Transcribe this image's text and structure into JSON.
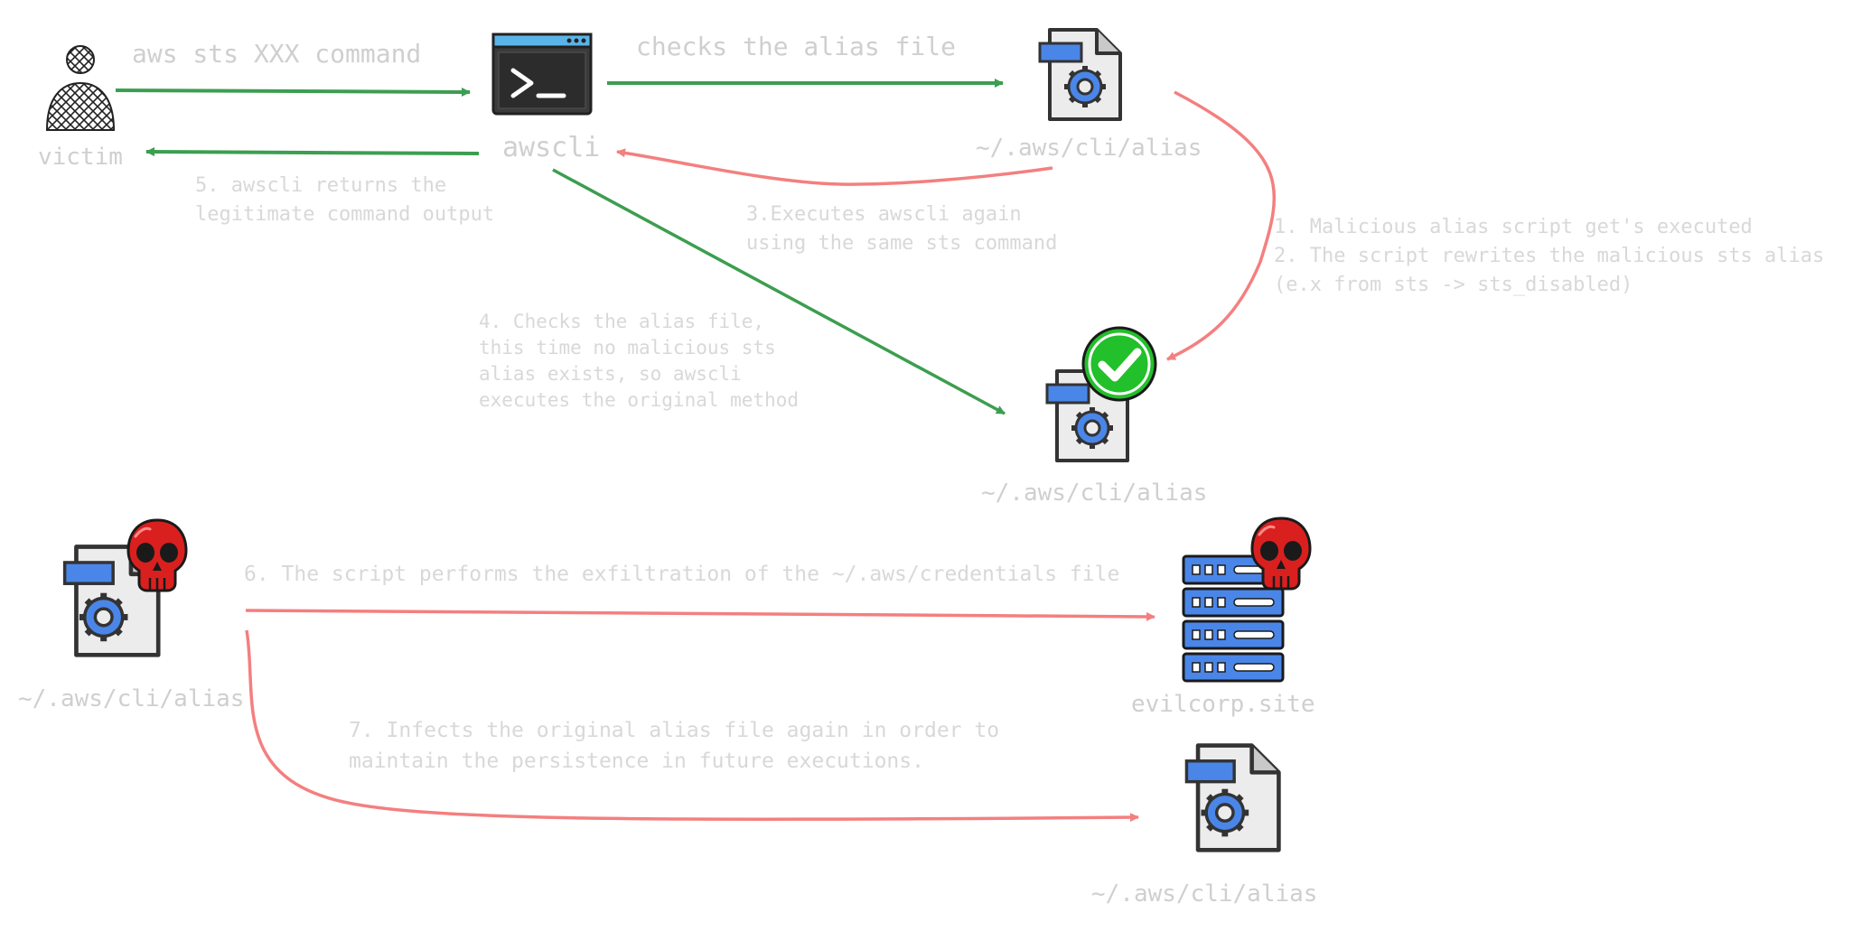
{
  "colors": {
    "success_arrow": "#3c9e50",
    "malicious_arrow": "#f47f7f",
    "label_text": "#d0d0d0",
    "file_accent": "#4a86e8",
    "skull_red": "#d9201f",
    "check_green": "#22c02a"
  },
  "nodes": {
    "victim": {
      "label": "victim",
      "icon": "user-icon"
    },
    "awscli": {
      "label": "awscli",
      "icon": "terminal-icon"
    },
    "alias_file_top": {
      "label": "~/.aws/cli/alias",
      "icon": "config-file-icon"
    },
    "alias_file_checked": {
      "label": "~/.aws/cli/alias",
      "icon": "config-file-icon",
      "badge": "checkmark-icon"
    },
    "alias_file_malicious": {
      "label": "~/.aws/cli/alias",
      "icon": "config-file-icon",
      "badge": "skull-icon"
    },
    "evilcorp": {
      "label": "evilcorp.site",
      "icon": "server-icon",
      "badge": "skull-icon"
    },
    "alias_file_bottom": {
      "label": "~/.aws/cli/alias",
      "icon": "config-file-icon"
    }
  },
  "edges": {
    "cmd": "aws sts XXX command",
    "check_alias": "checks the alias file",
    "step1_2": "1. Malicious alias script get's executed\n2. The script rewrites the malicious sts alias\n(e.x from sts -> sts_disabled)",
    "step3": "3.Executes awscli again\nusing the same sts command",
    "step4": "4. Checks the alias file,\nthis time no malicious sts\nalias exists, so awscli\nexecutes the original method",
    "step5": "5. awscli returns the\nlegitimate command output",
    "step6": "6. The script performs the exfiltration of the ~/.aws/credentials file",
    "step7": "7. Infects the original alias file again in order to\nmaintain the persistence in future executions."
  }
}
